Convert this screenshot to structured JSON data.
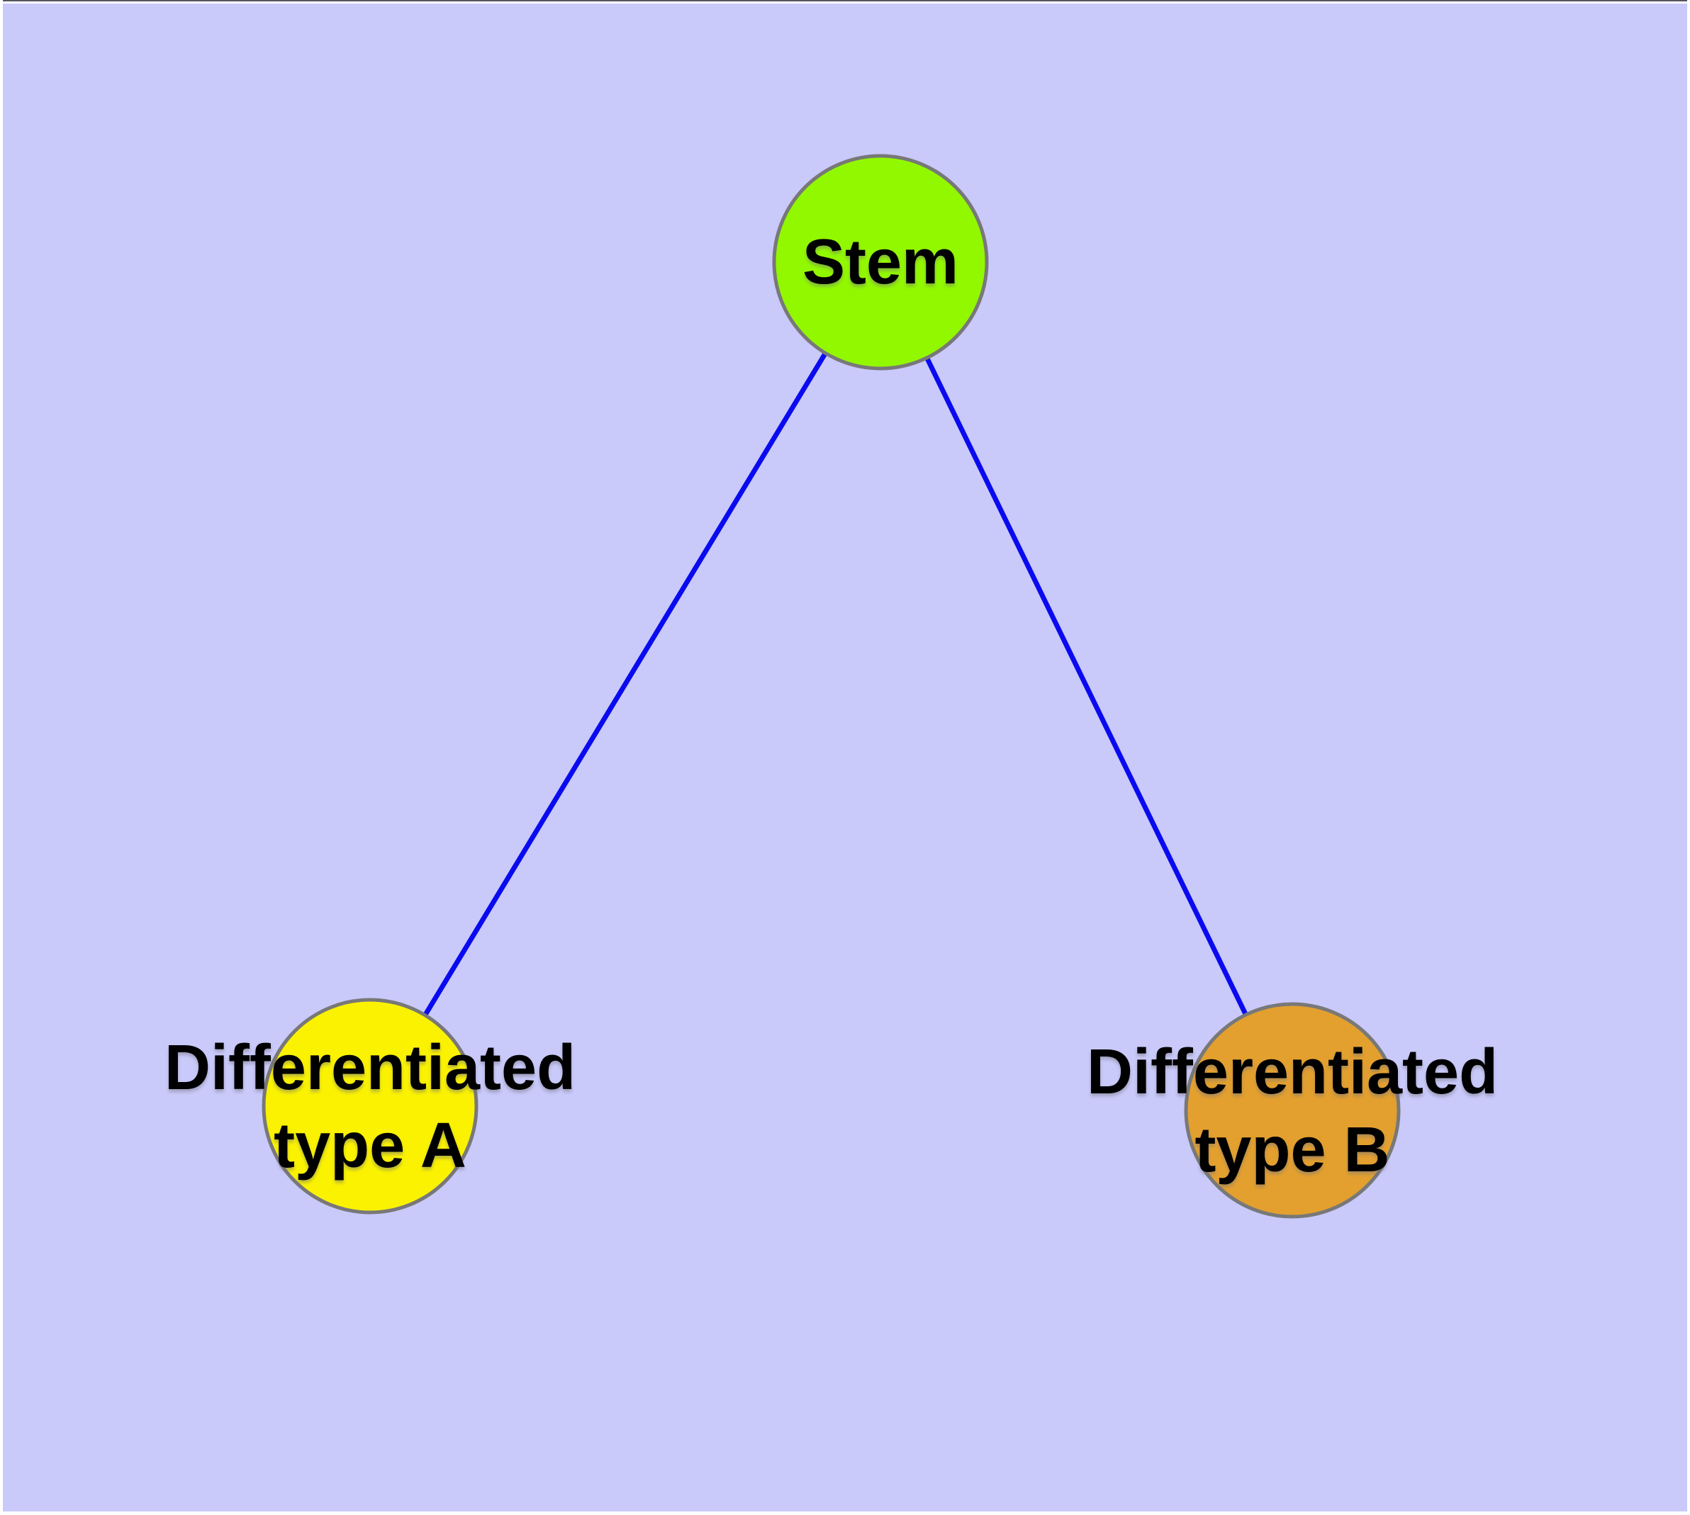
{
  "diagram": {
    "background_color": "#C9C9FA",
    "frame_color": "#FFFFFF",
    "top_edge_color": "#55555F",
    "edge_color": "#0A0AF0",
    "node_border_color": "#787878",
    "text_color": "#000000",
    "nodes": [
      {
        "id": "stem",
        "label": "Stem",
        "fill": "#92F800"
      },
      {
        "id": "differentiated-type-a",
        "label_line1": "Differentiated",
        "label_line2": "type A",
        "fill": "#FAF200"
      },
      {
        "id": "differentiated-type-b",
        "label_line1": "Differentiated",
        "label_line2": "type B",
        "fill": "#E3A02F"
      }
    ],
    "edges": [
      {
        "from": "stem",
        "to": "differentiated-type-a"
      },
      {
        "from": "stem",
        "to": "differentiated-type-b"
      }
    ]
  }
}
